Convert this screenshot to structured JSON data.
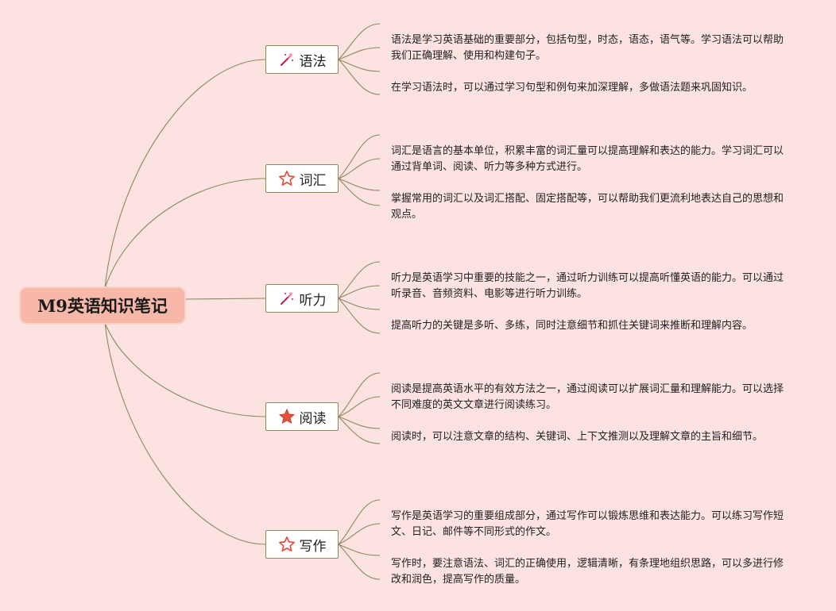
{
  "root": {
    "title": "M9英语知识笔记"
  },
  "branches": [
    {
      "label": "语法",
      "icon": "magic-wand-icon",
      "notes": [
        "语法是学习英语基础的重要部分，包括句型，时态，语态，语气等。学习语法可以帮助我们正确理解、使用和构建句子。",
        "在学习语法时，可以通过学习句型和例句来加深理解，多做语法题来巩固知识。"
      ]
    },
    {
      "label": "词汇",
      "icon": "star-outline-icon",
      "notes": [
        "词汇是语言的基本单位，积累丰富的词汇量可以提高理解和表达的能力。学习词汇可以通过背单词、阅读、听力等多种方式进行。",
        "掌握常用的词汇以及词汇搭配、固定搭配等，可以帮助我们更流利地表达自己的思想和观点。"
      ]
    },
    {
      "label": "听力",
      "icon": "magic-wand-icon",
      "notes": [
        "听力是英语学习中重要的技能之一，通过听力训练可以提高听懂英语的能力。可以通过听录音、音频资料、电影等进行听力训练。",
        "提高听力的关键是多听、多练，同时注意细节和抓住关键词来推断和理解内容。"
      ]
    },
    {
      "label": "阅读",
      "icon": "star-filled-icon",
      "notes": [
        "阅读是提高英语水平的有效方法之一，通过阅读可以扩展词汇量和理解能力。可以选择不同难度的英文文章进行阅读练习。",
        "阅读时，可以注意文章的结构、关键词、上下文推测以及理解文章的主旨和细节。"
      ]
    },
    {
      "label": "写作",
      "icon": "star-outline-icon",
      "notes": [
        "写作是英语学习的重要组成部分，通过写作可以锻炼思维和表达能力。可以练习写作短文、日记、邮件等不同形式的作文。",
        "写作时，要注意语法、词汇的正确使用，逻辑清晰，有条理地组织思路，可以多进行修改和润色，提高写作的质量。"
      ]
    }
  ],
  "colors": {
    "background": "#fde2e2",
    "root_fill": "#f7b8aa",
    "line": "#8b8a5a",
    "icon_accent": "#e0503a",
    "wand_accent": "#c2185b"
  }
}
